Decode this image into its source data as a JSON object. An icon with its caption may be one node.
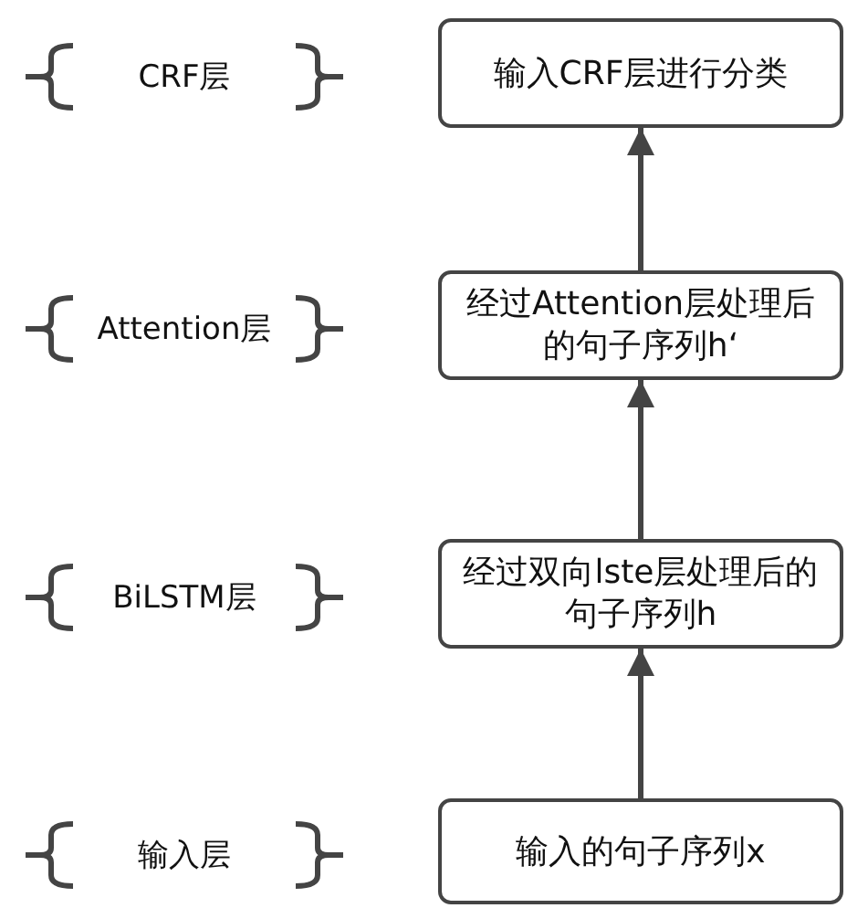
{
  "diagram": {
    "nodes": [
      {
        "text": [
          "输入CRF层进行分类"
        ]
      },
      {
        "text": [
          "经过Attention层处理后的句子序列h‘"
        ]
      },
      {
        "text": [
          "经过双向lste层处理后的句子序列h"
        ]
      },
      {
        "text": [
          "输入的句子序列x"
        ]
      }
    ],
    "edges": [
      {
        "from": 3,
        "to": 2,
        "arrow": "to"
      },
      {
        "from": 2,
        "to": 1,
        "arrow": "to"
      },
      {
        "from": 1,
        "to": 0,
        "arrow": "to"
      }
    ],
    "labels": [
      "CRF层",
      "Attention层",
      "BiLSTM层",
      "输入层"
    ]
  }
}
